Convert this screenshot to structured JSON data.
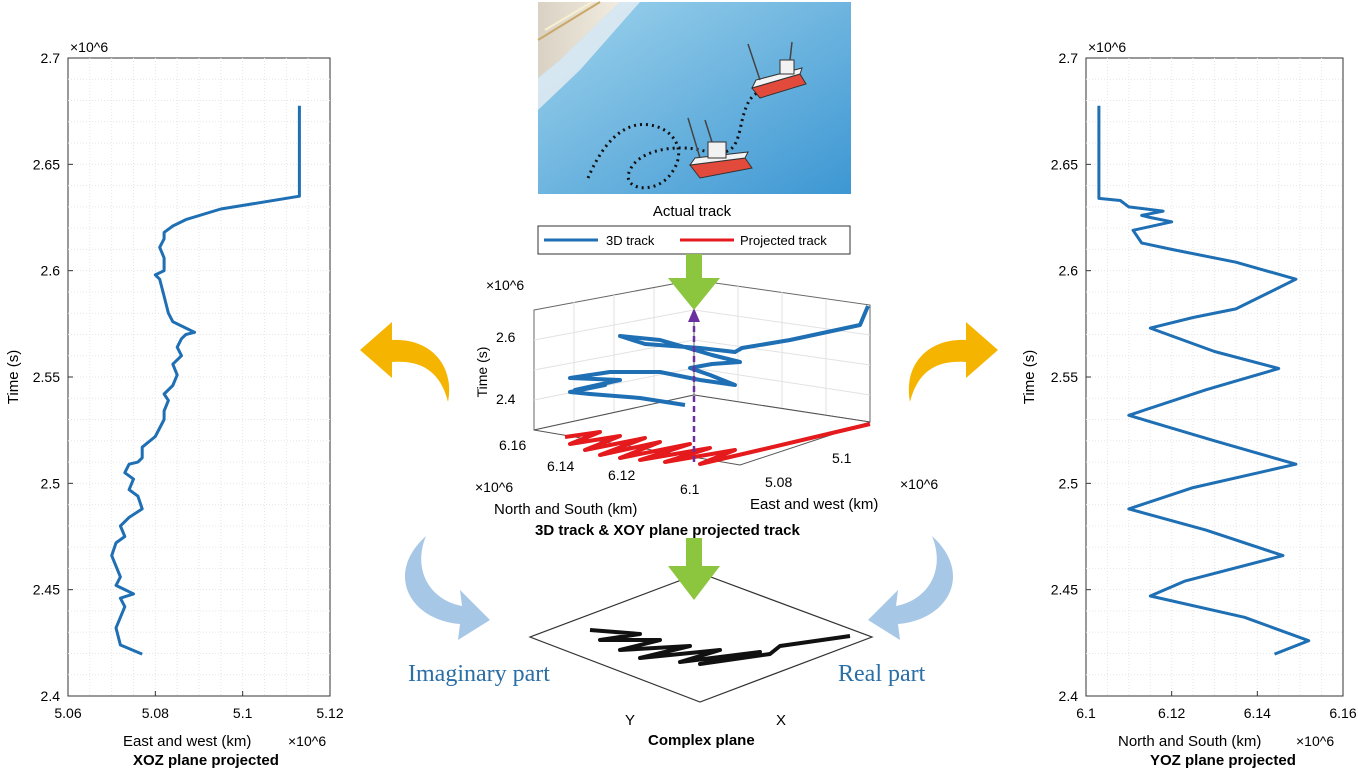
{
  "chart_data": [
    {
      "type": "line",
      "title": "XOZ plane projected",
      "xlabel": "East and west (km)",
      "x_exponent": "×10^6",
      "ylabel": "Time (s)",
      "y_exponent": "×10^6",
      "xlim": [
        5.06,
        5.12
      ],
      "ylim": [
        2.4,
        2.7
      ],
      "xticks": [
        "5.06",
        "5.08",
        "5.1",
        "5.12"
      ],
      "yticks": [
        "2.4",
        "2.45",
        "2.5",
        "2.55",
        "2.6",
        "2.65",
        "2.7"
      ],
      "grid": true,
      "series": [
        {
          "color": "#1f6fb4",
          "x": [
            5.077,
            5.072,
            5.071,
            5.073,
            5.072,
            5.075,
            5.071,
            5.072,
            5.07,
            5.071,
            5.073,
            5.072,
            5.074,
            5.077,
            5.076,
            5.074,
            5.075,
            5.073,
            5.074,
            5.076,
            5.077,
            5.077,
            5.08,
            5.082,
            5.082,
            5.083,
            5.082,
            5.084,
            5.085,
            5.084,
            5.086,
            5.085,
            5.086,
            5.087,
            5.089,
            5.087,
            5.084,
            5.083,
            5.082,
            5.081,
            5.08,
            5.082,
            5.082,
            5.081,
            5.082,
            5.082,
            5.084,
            5.087,
            5.095,
            5.113,
            5.113
          ],
          "y": [
            2.4197,
            2.424,
            2.432,
            2.442,
            2.446,
            2.448,
            2.452,
            2.456,
            2.466,
            2.472,
            2.475,
            2.48,
            2.484,
            2.488,
            2.494,
            2.497,
            2.502,
            2.505,
            2.509,
            2.51,
            2.512,
            2.517,
            2.522,
            2.53,
            2.534,
            2.539,
            2.542,
            2.546,
            2.551,
            2.556,
            2.56,
            2.564,
            2.568,
            2.57,
            2.571,
            2.573,
            2.576,
            2.58,
            2.588,
            2.596,
            2.598,
            2.6,
            2.606,
            2.611,
            2.615,
            2.618,
            2.621,
            2.624,
            2.629,
            2.635,
            2.6775
          ]
        }
      ]
    },
    {
      "type": "line",
      "title": "YOZ plane projected",
      "xlabel": "North and South (km)",
      "x_exponent": "×10^6",
      "ylabel": "Time (s)",
      "y_exponent": "×10^6",
      "xlim": [
        6.1,
        6.16
      ],
      "ylim": [
        2.4,
        2.7
      ],
      "xticks": [
        "6.1",
        "6.12",
        "6.14",
        "6.16"
      ],
      "yticks": [
        "2.4",
        "2.45",
        "2.5",
        "2.55",
        "2.6",
        "2.65",
        "2.7"
      ],
      "grid": true,
      "series": [
        {
          "color": "#1f6fb4",
          "x": [
            6.144,
            6.152,
            6.137,
            6.115,
            6.123,
            6.146,
            6.128,
            6.11,
            6.125,
            6.149,
            6.13,
            6.11,
            6.128,
            6.145,
            6.13,
            6.115,
            6.125,
            6.135,
            6.149,
            6.135,
            6.12,
            6.113,
            6.111,
            6.12,
            6.115,
            6.113,
            6.118,
            6.11,
            6.108,
            6.103,
            6.103
          ],
          "y": [
            2.4197,
            2.426,
            2.437,
            2.447,
            2.454,
            2.466,
            2.478,
            2.488,
            2.498,
            2.509,
            2.52,
            2.532,
            2.544,
            2.554,
            2.562,
            2.573,
            2.578,
            2.582,
            2.596,
            2.604,
            2.61,
            2.613,
            2.619,
            2.623,
            2.625,
            2.626,
            2.628,
            2.63,
            2.633,
            2.634,
            2.6775
          ]
        }
      ]
    }
  ],
  "center": {
    "photo_caption": "Actual track",
    "legend": {
      "blue": "3D track",
      "red": "Projected track"
    },
    "plot3d": {
      "z_exponent": "×10^6",
      "z_label": "Time (s)",
      "z_ticks": [
        "2.6",
        "2.4"
      ],
      "ns_exponent": "×10^6",
      "ns_label": "North and South (km)",
      "ns_ticks": [
        "6.16",
        "6.14",
        "6.12",
        "6.1"
      ],
      "ew_exponent": "×10^6",
      "ew_label": "East and west (km)",
      "ew_ticks": [
        "5.08",
        "5.1"
      ],
      "caption": "3D track & XOY plane projected track"
    },
    "complex": {
      "left_label": "Imaginary part",
      "right_label": "Real part",
      "y_axis": "Y",
      "x_axis": "X",
      "caption": "Complex plane"
    }
  },
  "colors": {
    "track_blue": "#1f6fb4",
    "projected_red": "#e41a1c",
    "arrow_green": "#8cc63f",
    "arrow_yellow": "#f5b400",
    "arrow_lightblue": "#a7c7e7",
    "label_blue": "#2a6ea6"
  }
}
